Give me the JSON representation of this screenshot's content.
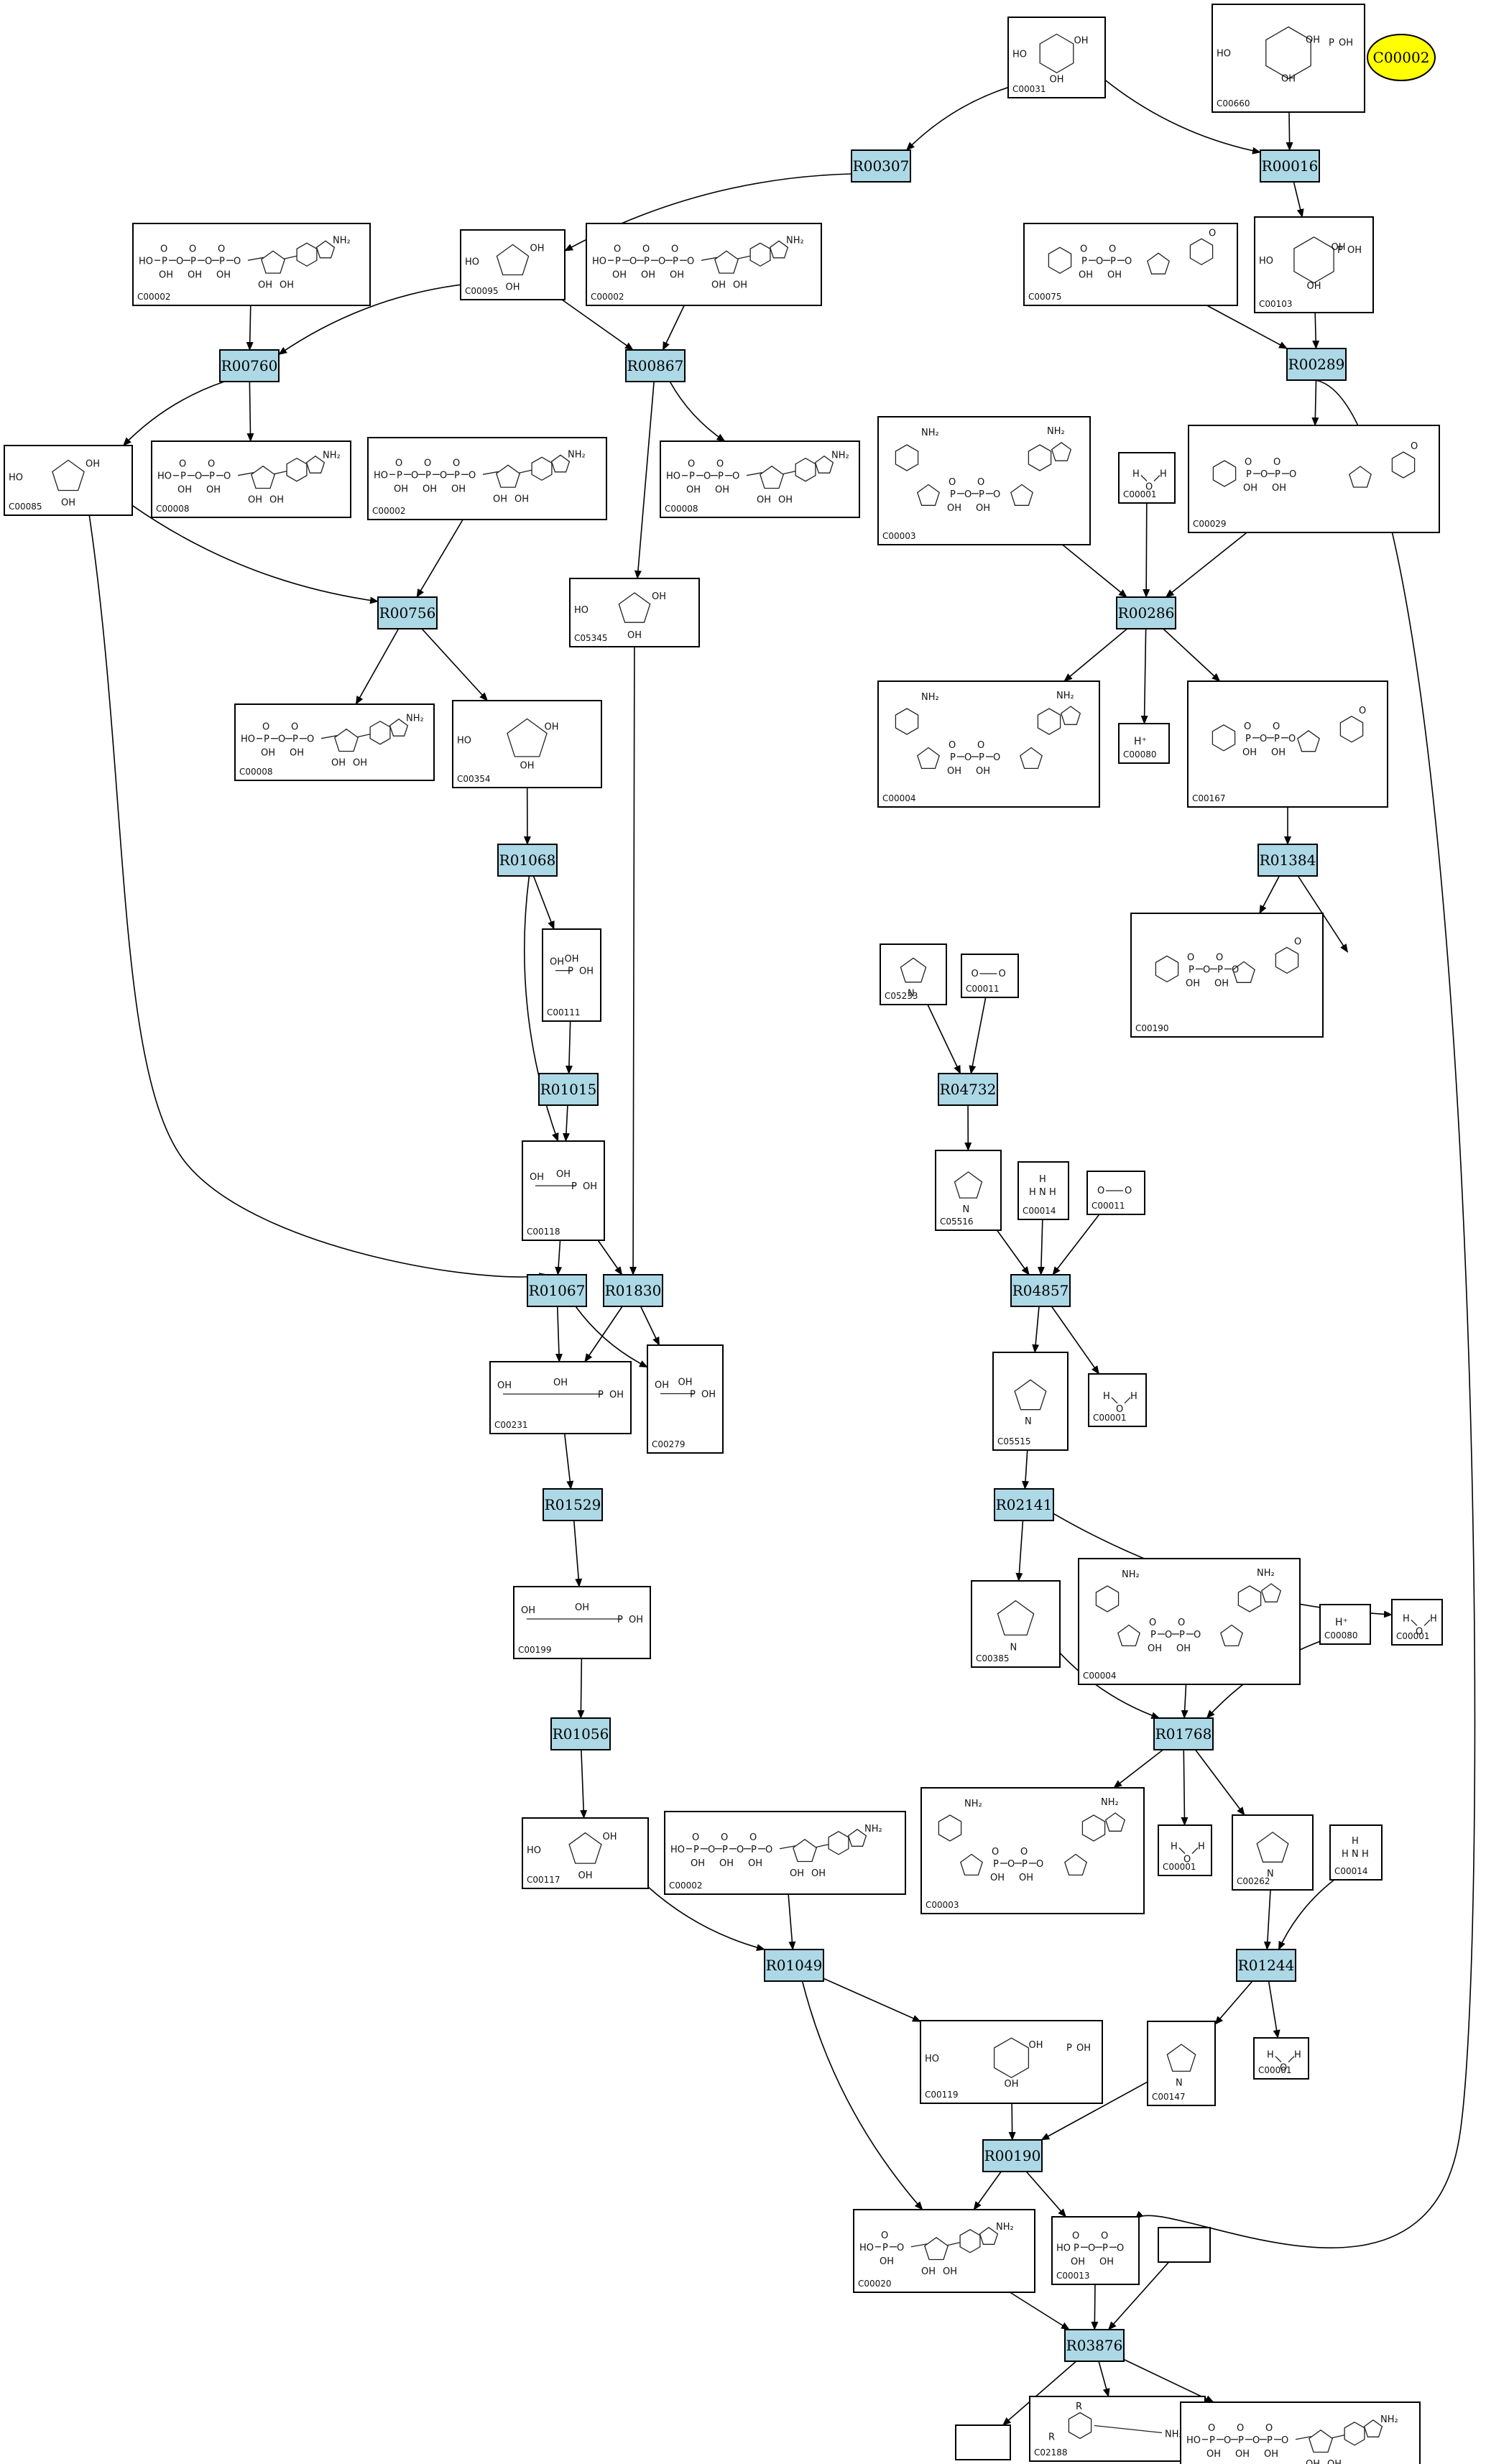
{
  "highlight": {
    "label": "C00002",
    "color": "#ffff00"
  },
  "colors": {
    "reaction_fill": "#add8e6",
    "edge": "#000000"
  },
  "reactions": [
    {
      "id": "R00307"
    },
    {
      "id": "R00016"
    },
    {
      "id": "R00760"
    },
    {
      "id": "R00867"
    },
    {
      "id": "R00289"
    },
    {
      "id": "R00756"
    },
    {
      "id": "R00286"
    },
    {
      "id": "R01068"
    },
    {
      "id": "R01384"
    },
    {
      "id": "R01015"
    },
    {
      "id": "R04732"
    },
    {
      "id": "R01067"
    },
    {
      "id": "R01830"
    },
    {
      "id": "R04857"
    },
    {
      "id": "R01529"
    },
    {
      "id": "R02141"
    },
    {
      "id": "R01056"
    },
    {
      "id": "R01768"
    },
    {
      "id": "R01049"
    },
    {
      "id": "R01244"
    },
    {
      "id": "R00190"
    },
    {
      "id": "R03876"
    }
  ],
  "compounds": [
    {
      "key": "c00031",
      "id": "C00031",
      "kind": "sugar"
    },
    {
      "key": "c00660",
      "id": "C00660",
      "kind": "sugarp"
    },
    {
      "key": "c00002a",
      "id": "C00002",
      "kind": "atp"
    },
    {
      "key": "c00095",
      "id": "C00095",
      "kind": "fructose"
    },
    {
      "key": "c00002b",
      "id": "C00002",
      "kind": "atp"
    },
    {
      "key": "c00075",
      "id": "C00075",
      "kind": "nucleotide"
    },
    {
      "key": "c00103",
      "id": "C00103",
      "kind": "sugarp"
    },
    {
      "key": "c00085",
      "id": "C00085",
      "kind": "fructose"
    },
    {
      "key": "c00008a",
      "id": "C00008",
      "kind": "adp"
    },
    {
      "key": "c00002c",
      "id": "C00002",
      "kind": "atp"
    },
    {
      "key": "c00008b",
      "id": "C00008",
      "kind": "adp"
    },
    {
      "key": "c00003a",
      "id": "C00003",
      "kind": "nad"
    },
    {
      "key": "c00001a",
      "id": "C00001",
      "kind": "water"
    },
    {
      "key": "c00029",
      "id": "C00029",
      "kind": "udpsugar"
    },
    {
      "key": "c05345",
      "id": "C05345",
      "kind": "fructose"
    },
    {
      "key": "c00008c",
      "id": "C00008",
      "kind": "adp"
    },
    {
      "key": "c00354",
      "id": "C00354",
      "kind": "fructose"
    },
    {
      "key": "c00004a",
      "id": "C00004",
      "kind": "nad"
    },
    {
      "key": "c00080a",
      "id": "C00080",
      "kind": "proton"
    },
    {
      "key": "c00167",
      "id": "C00167",
      "kind": "udpsugar"
    },
    {
      "key": "c00111",
      "id": "C00111",
      "kind": "small"
    },
    {
      "key": "c00190",
      "id": "C00190",
      "kind": "udpsugar"
    },
    {
      "key": "c05233",
      "id": "C05233",
      "kind": "ring"
    },
    {
      "key": "c00011a",
      "id": "C00011",
      "kind": "co2"
    },
    {
      "key": "c00011b",
      "id": "C00011",
      "kind": "co2"
    },
    {
      "key": "c00118",
      "id": "C00118",
      "kind": "small"
    },
    {
      "key": "c05516",
      "id": "C05516",
      "kind": "ring"
    },
    {
      "key": "c00014a",
      "id": "C00014",
      "kind": "ammonia"
    },
    {
      "key": "c00011c",
      "id": "C00011",
      "kind": "co2"
    },
    {
      "key": "c00231",
      "id": "C00231",
      "kind": "chain"
    },
    {
      "key": "c00279",
      "id": "C00279",
      "kind": "small"
    },
    {
      "key": "c05515",
      "id": "C05515",
      "kind": "ring"
    },
    {
      "key": "c00001b",
      "id": "C00001",
      "kind": "water"
    },
    {
      "key": "c00199",
      "id": "C00199",
      "kind": "chain"
    },
    {
      "key": "c00385",
      "id": "C00385",
      "kind": "ring"
    },
    {
      "key": "c00004b",
      "id": "C00004",
      "kind": "nad"
    },
    {
      "key": "c00080b",
      "id": "C00080",
      "kind": "proton"
    },
    {
      "key": "c00001c",
      "id": "C00001",
      "kind": "water"
    },
    {
      "key": "c00117",
      "id": "C00117",
      "kind": "fructose"
    },
    {
      "key": "c00002d",
      "id": "C00002",
      "kind": "atp"
    },
    {
      "key": "c00003b",
      "id": "C00003",
      "kind": "nad"
    },
    {
      "key": "c00001d",
      "id": "C00001",
      "kind": "water"
    },
    {
      "key": "c00262",
      "id": "C00262",
      "kind": "ring"
    },
    {
      "key": "c00014b",
      "id": "C00014",
      "kind": "ammonia"
    },
    {
      "key": "c00119",
      "id": "C00119",
      "kind": "sugarp"
    },
    {
      "key": "c00147",
      "id": "C00147",
      "kind": "ring"
    },
    {
      "key": "c00001e",
      "id": "C00001",
      "kind": "water"
    },
    {
      "key": "c00020",
      "id": "C00020",
      "kind": "amp"
    },
    {
      "key": "c00013",
      "id": "C00013",
      "kind": "ppi"
    },
    {
      "key": "blank1",
      "id": "",
      "kind": "blank"
    },
    {
      "key": "blank2",
      "id": "",
      "kind": "blank"
    },
    {
      "key": "c02188",
      "id": "C02188",
      "kind": "peptide"
    },
    {
      "key": "c00002e",
      "id": "C00002",
      "kind": "atp"
    }
  ],
  "text_atoms": {
    "proton": "H⁺",
    "nh2": "NH₂",
    "oh": "OH",
    "ho": "HO",
    "p": "P",
    "o": "O",
    "n": "N",
    "h": "H",
    "r": "R"
  }
}
